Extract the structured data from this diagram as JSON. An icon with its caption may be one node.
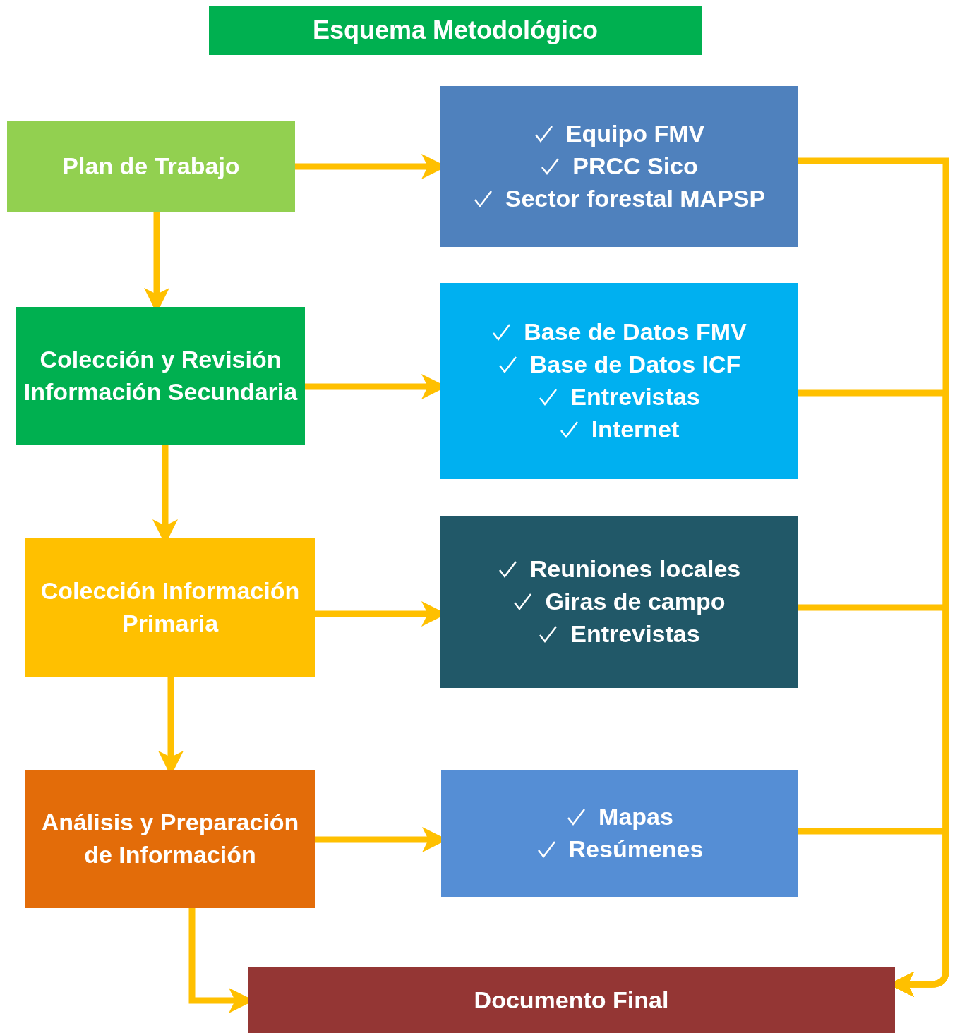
{
  "diagram": {
    "title": "Esquema Metodológico",
    "nodes": [
      {
        "text": [
          "Plan de Trabajo"
        ]
      },
      {
        "text": [
          "Equipo FMV",
          "PRCC Sico",
          "Sector forestal MAPSP"
        ]
      },
      {
        "text": [
          "Colección y Revisión Información Secundaria"
        ]
      },
      {
        "text": [
          "Base de Datos FMV",
          "Base de Datos ICF",
          "Entrevistas",
          "Internet"
        ]
      },
      {
        "text": [
          "Colección Información Primaria"
        ]
      },
      {
        "text": [
          "Reuniones locales",
          "Giras de campo",
          "Entrevistas"
        ]
      },
      {
        "text": [
          "Análisis y Preparación de Información"
        ]
      },
      {
        "text": [
          "Mapas",
          "Resúmenes"
        ]
      },
      {
        "text": [
          "Documento Final"
        ]
      }
    ],
    "edges": [
      {
        "from": 0,
        "to": 1,
        "arrow": "to"
      },
      {
        "from": 0,
        "to": 2,
        "arrow": "to"
      },
      {
        "from": 2,
        "to": 3,
        "arrow": "to"
      },
      {
        "from": 2,
        "to": 4,
        "arrow": "to"
      },
      {
        "from": 4,
        "to": 5,
        "arrow": "to"
      },
      {
        "from": 4,
        "to": 6,
        "arrow": "to"
      },
      {
        "from": 6,
        "to": 7,
        "arrow": "to"
      },
      {
        "from": 6,
        "to": 8,
        "arrow": "to"
      },
      {
        "from": 1,
        "to": 8,
        "arrow": "to"
      },
      {
        "from": 3,
        "to": 8,
        "arrow": "to"
      },
      {
        "from": 5,
        "to": 8,
        "arrow": "to"
      },
      {
        "from": 7,
        "to": 8,
        "arrow": "to"
      }
    ]
  }
}
